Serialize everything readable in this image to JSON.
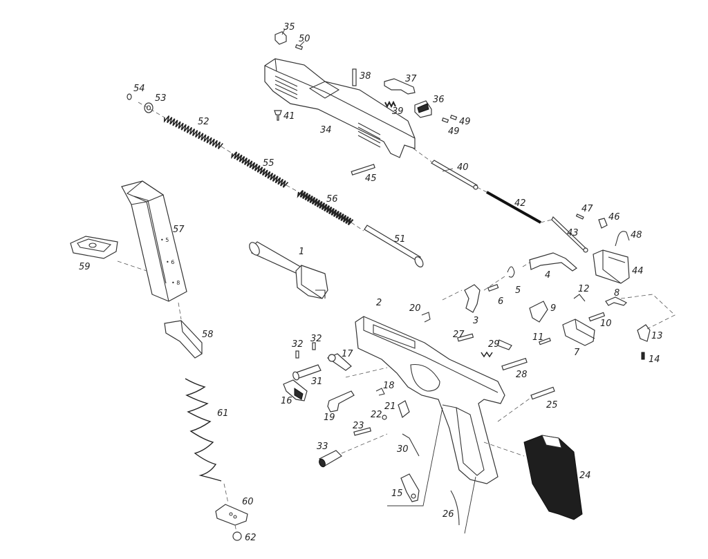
{
  "part_numbers": {
    "p1": "1",
    "p2": "2",
    "p3": "3",
    "p4": "4",
    "p5": "5",
    "p6": "6",
    "p7": "7",
    "p8": "8",
    "p9": "9",
    "p10": "10",
    "p11": "11",
    "p12": "12",
    "p13": "13",
    "p14": "14",
    "p15": "15",
    "p16": "16",
    "p17": "17",
    "p18": "18",
    "p19": "19",
    "p20": "20",
    "p21": "21",
    "p22": "22",
    "p23": "23",
    "p24": "24",
    "p25": "25",
    "p26": "26",
    "p27": "27",
    "p28": "28",
    "p29": "29",
    "p30": "30",
    "p31": "31",
    "p32a": "32",
    "p32b": "32",
    "p33": "33",
    "p34": "34",
    "p35": "35",
    "p36": "36",
    "p37": "37",
    "p38": "38",
    "p39": "39",
    "p40": "40",
    "p41": "41",
    "p42": "42",
    "p43": "43",
    "p44": "44",
    "p45": "45",
    "p46": "46",
    "p47": "47",
    "p48": "48",
    "p49a": "49",
    "p49b": "49",
    "p50": "50",
    "p51": "51",
    "p52": "52",
    "p53": "53",
    "p54": "54",
    "p55": "55",
    "p56": "56",
    "p57": "57",
    "p58": "58",
    "p59": "59",
    "p60": "60",
    "p61": "61",
    "p62": "62"
  },
  "magazine_marks": {
    "mark_top": "• 5",
    "mark_mid": "• 6",
    "mark_low": "• 8"
  },
  "colors": {
    "line": "#333333",
    "background": "#ffffff"
  }
}
